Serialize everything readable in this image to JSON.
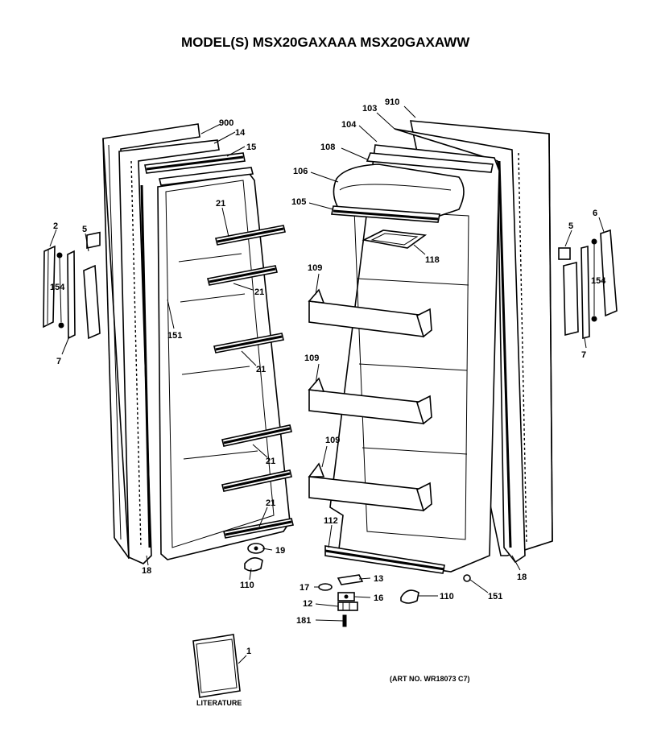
{
  "title": "MODEL(S) MSX20GAXAAA  MSX20GAXAWW",
  "art_number": "(ART NO. WR18073 C7)",
  "literature_label": "LITERATURE",
  "callouts": {
    "c900": "900",
    "c14": "14",
    "c15": "15",
    "c21a": "21",
    "c21b": "21",
    "c21c": "21",
    "c21d": "21",
    "c21e": "21",
    "c151l": "151",
    "c2": "2",
    "c5l": "5",
    "c154l": "154",
    "c7l": "7",
    "c19": "19",
    "c18l": "18",
    "c110l": "110",
    "c910": "910",
    "c103": "103",
    "c104": "104",
    "c108": "108",
    "c106": "106",
    "c105": "105",
    "c118": "118",
    "c109a": "109",
    "c109b": "109",
    "c109c": "109",
    "c112": "112",
    "c13": "13",
    "c17": "17",
    "c16": "16",
    "c12": "12",
    "c181": "181",
    "c110r": "110",
    "c151r": "151",
    "c18r": "18",
    "c5r": "5",
    "c6": "6",
    "c154r": "154",
    "c7r": "7",
    "c1": "1"
  }
}
